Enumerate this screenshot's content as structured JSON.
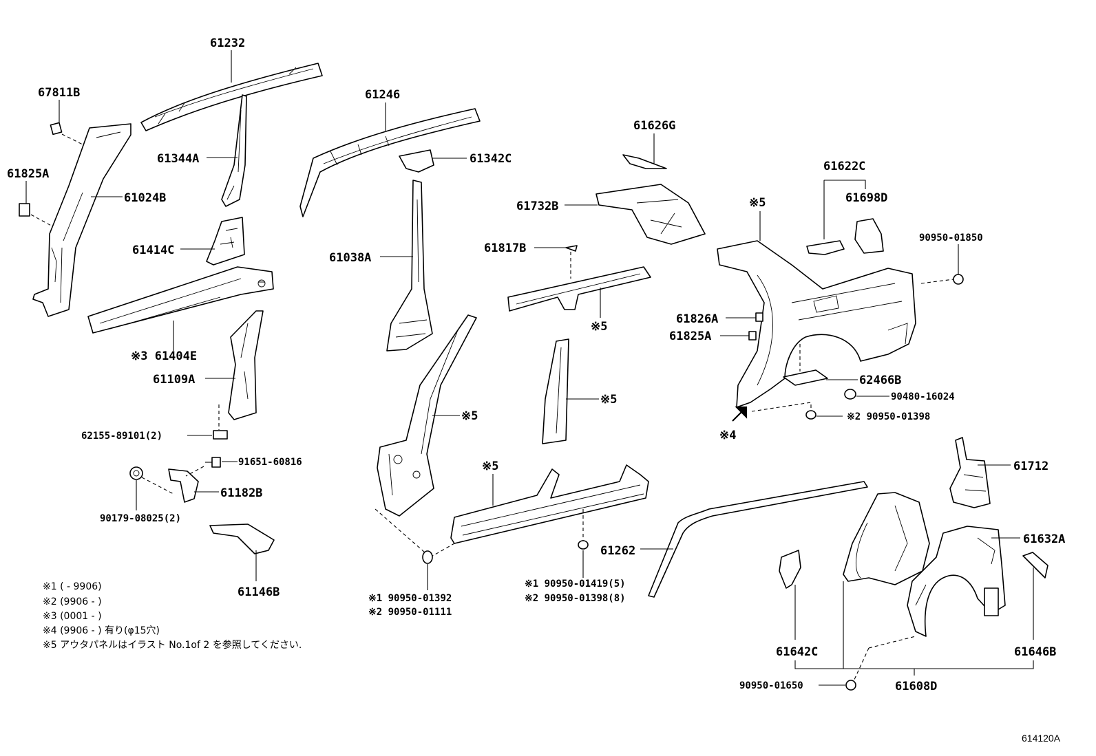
{
  "labels": {
    "p61232": "61232",
    "p67811B": "67811B",
    "p61825A_l": "61825A",
    "p61024B": "61024B",
    "p61344A": "61344A",
    "p61414C": "61414C",
    "p61404E": "※3 61404E",
    "p61109A": "61109A",
    "p62155": "62155-89101(2)",
    "p91651": "91651-60816",
    "p61182B": "61182B",
    "p90179": "90179-08025(2)",
    "p61146B": "61146B",
    "p61246": "61246",
    "p61342C": "61342C",
    "p61038A": "61038A",
    "p5_pillar": "※5",
    "p90950_01392": "※1 90950-01392",
    "p90950_01111": "※2 90950-01111",
    "p5_rocker": "※5",
    "p90950_01419": "※1 90950-01419(5)",
    "p90950_01398b": "※2 90950-01398(8)",
    "p61626G": "61626G",
    "p61732B": "61732B",
    "p61817B": "61817B",
    "p5_rail": "※5",
    "p5_bpillar": "※5",
    "p61622C": "61622C",
    "p61698D": "61698D",
    "p90950_01850": "90950-01850",
    "p5_quarter": "※5",
    "p61826A": "61826A",
    "p61825A_r": "61825A",
    "p62466B": "62466B",
    "p90480": "90480-16024",
    "p90950_01398a": "※2 90950-01398",
    "p4_arrow": "※4",
    "p61712": "61712",
    "p61262": "61262",
    "p61632A": "61632A",
    "p61642C": "61642C",
    "p61646B": "61646B",
    "p90950_01650": "90950-01650",
    "p61608D": "61608D"
  },
  "notes": [
    "※1 (     - 9906)",
    "※2 (9906 -     )",
    "※3 (0001 -     )",
    "※4 (9906 -     ) 有り(φ15穴)",
    "※5 アウタパネルはイラスト No.1of 2 を参照してください."
  ],
  "diagram_code": "614120A"
}
